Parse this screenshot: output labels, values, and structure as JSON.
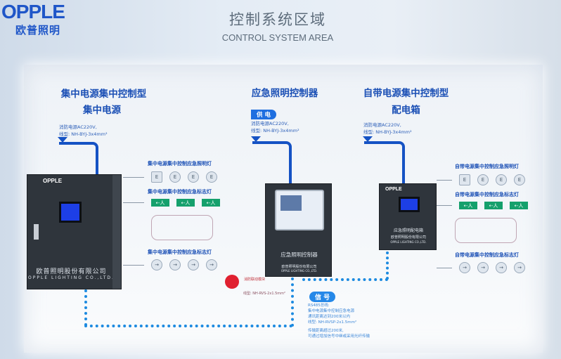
{
  "brand": {
    "logo_en": "OPPLE",
    "logo_cn": "欧普照明"
  },
  "header": {
    "title_cn": "控制系统区域",
    "title_en": "CONTROL SYSTEM AREA"
  },
  "sections": {
    "central": {
      "title_line1": "集中电源集中控制型",
      "title_line2": "集中电源",
      "supply_line1": "消防电源AC220V,",
      "supply_line2": "线型: NH-BYJ-3x4mm²",
      "out_lighting": "集中电源集中控制应急照明灯",
      "out_sign": "集中电源集中控制应急标志灯",
      "out_arrow": "集中电源集中控制应急标志灯",
      "cabinet_brand": "OPPLE",
      "cabinet_company_cn": "欧普照明股份有限公司",
      "cabinet_company_en": "OPPLE LIGHTING CO.,LTD."
    },
    "controller": {
      "title": "应急照明控制器",
      "supply_badge": "供 电",
      "supply_line1": "消防电源AC220V,",
      "supply_line2": "线型: NH-BYJ-3x4mm²",
      "cabinet_label": "应急照明控制器",
      "cabinet_company_cn": "欧普照明股份有限公司",
      "cabinet_company_en": "OPPLE LIGHTING CO.,LTD.",
      "alarm_note": "消防联动模块",
      "alarm_wire": "线型: NH-RVS-2x1.5mm²",
      "signal_badge": "信 号",
      "signal_line1": "RS485总线:",
      "signal_line2": "集中电源集中控制应急电源",
      "signal_line3": "通讯距离达到200米以内",
      "signal_line4": "线型: NH-RVSP-2x1.5mm²",
      "signal_line5": "传输距离超过200米,",
      "signal_line6": "可通过增加信号中继或采用光纤传输"
    },
    "distribution": {
      "title_line1": "自带电源集中控制型",
      "title_line2": "配电箱",
      "supply_line1": "消防电源AC220V,",
      "supply_line2": "线型: NH-BYJ-3x4mm²",
      "out_lighting": "自带电源集中控制应急照明灯",
      "out_sign": "自带电源集中控制应急标志灯",
      "out_arrow": "自带电源集中控制应急标志灯",
      "cabinet_brand": "OPPLE",
      "cabinet_label": "应急照明配电箱",
      "cabinet_company_cn": "欧普照明股份有限公司",
      "cabinet_company_en": "OPPLE LIGHTING CO.,LTD."
    }
  },
  "colors": {
    "brand_blue": "#1f56c8",
    "sign_green": "#15a06c",
    "signal_blue": "#1c8ae0",
    "alarm_red": "#e02030"
  }
}
